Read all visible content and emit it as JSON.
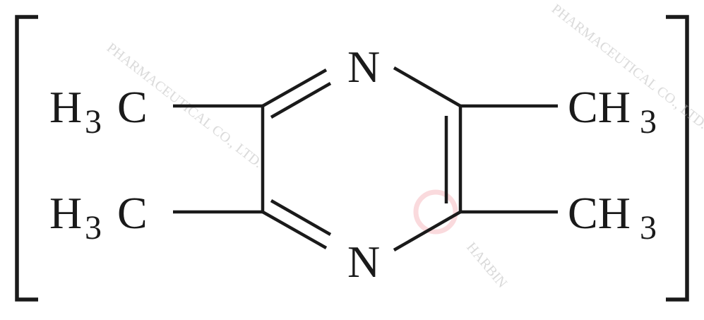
{
  "molecule": {
    "substituents": {
      "top_left": {
        "symbol": "H",
        "subscript": "3",
        "tail": "C"
      },
      "bottom_left": {
        "symbol": "H",
        "subscript": "3",
        "tail": "C"
      },
      "top_right": {
        "symbol": "CH",
        "subscript": "3"
      },
      "bottom_right": {
        "symbol": "CH",
        "subscript": "3"
      }
    },
    "ring_atoms": {
      "top_nitrogen": "N",
      "bottom_nitrogen": "N"
    }
  },
  "watermark": {
    "text": "PHARMACEUTICAL CO., LTD.",
    "text_2": "HARBIN",
    "color": "#bbbbbb",
    "stamp_color": "#f2a0a8"
  }
}
